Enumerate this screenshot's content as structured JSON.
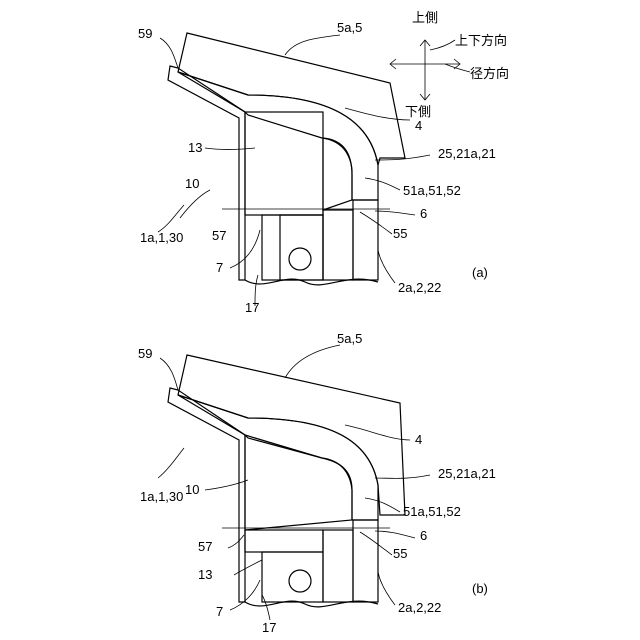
{
  "panels": [
    {
      "id": "a",
      "caption": "(a)",
      "labels": {
        "n59": "59",
        "n5a": "5a,5",
        "n4": "4",
        "n25": "25,21a,21",
        "n51": "51a,51,52",
        "n6": "6",
        "n55": "55",
        "n2a": "2a,2,22",
        "n17": "17",
        "n7": "7",
        "n57": "57",
        "n1a": "1a,1,30",
        "n10": "10",
        "n13": "13"
      },
      "compass": {
        "up": "上側",
        "down": "下側",
        "vertical": "上下方向",
        "radial": "径方向"
      }
    },
    {
      "id": "b",
      "caption": "(b)",
      "labels": {
        "n59": "59",
        "n5a": "5a,5",
        "n4": "4",
        "n25": "25,21a,21",
        "n51": "51a,51,52",
        "n6": "6",
        "n55": "55",
        "n2a": "2a,2,22",
        "n17": "17",
        "n7": "7",
        "n57": "57",
        "n1a": "1a,1,30",
        "n10": "10",
        "n13": "13"
      }
    }
  ],
  "colors": {
    "ink": "#000000",
    "paper": "#ffffff"
  }
}
